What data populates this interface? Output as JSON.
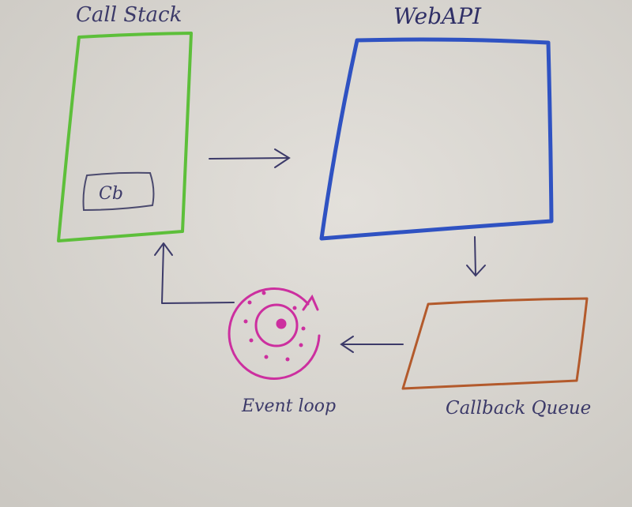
{
  "diagram": {
    "labels": {
      "call_stack": "Call Stack",
      "web_api": "WebAPI",
      "callback": "Cb",
      "event_loop": "Event loop",
      "callback_queue": "Callback Queue"
    },
    "colors": {
      "paper": "#d9d6d1",
      "call_stack_box": "#5dbf3a",
      "web_api_box": "#2f52c2",
      "callback_queue_box": "#b35a2c",
      "event_loop": "#cc2f9f",
      "ink": "#3c3a69"
    },
    "icons": {
      "event_loop": "swirl-loop-icon"
    }
  }
}
